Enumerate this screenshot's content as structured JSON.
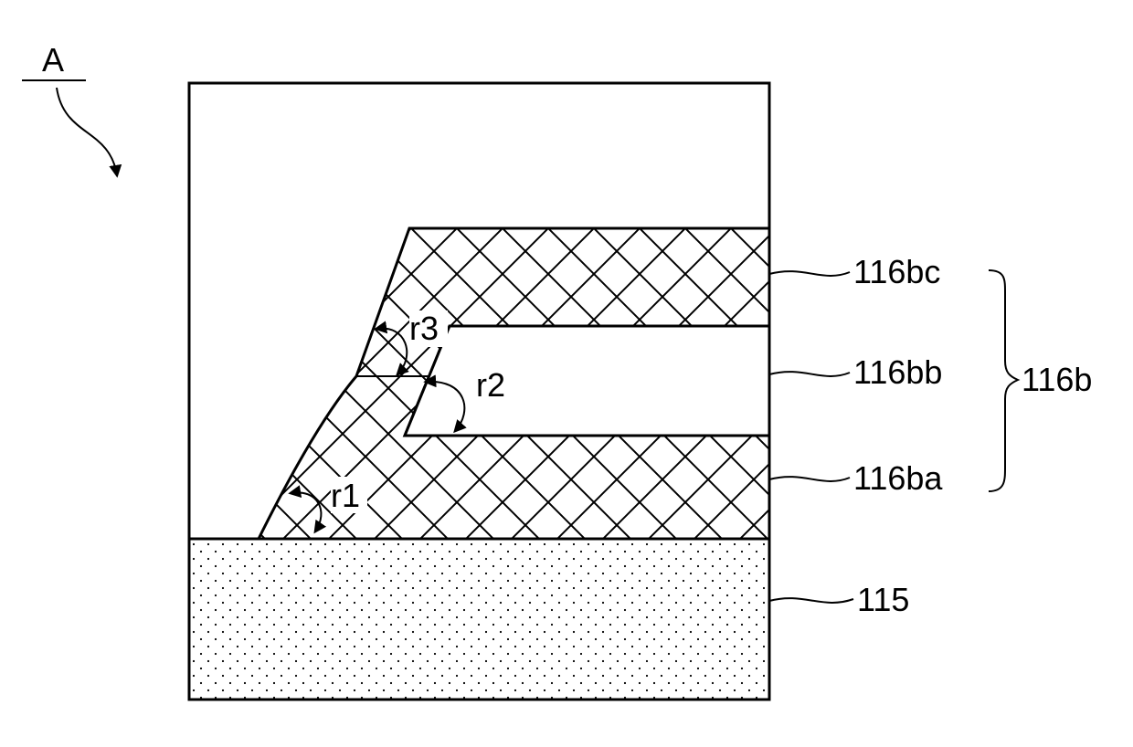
{
  "figure_label": "A",
  "labels": {
    "layer_top": "116bc",
    "layer_middle": "116bb",
    "layer_bottom": "116ba",
    "layer_group": "116b",
    "substrate": "115"
  },
  "angles": {
    "r1": "r1",
    "r2": "r2",
    "r3": "r3"
  },
  "colors": {
    "line": "#000000",
    "background": "#ffffff"
  }
}
